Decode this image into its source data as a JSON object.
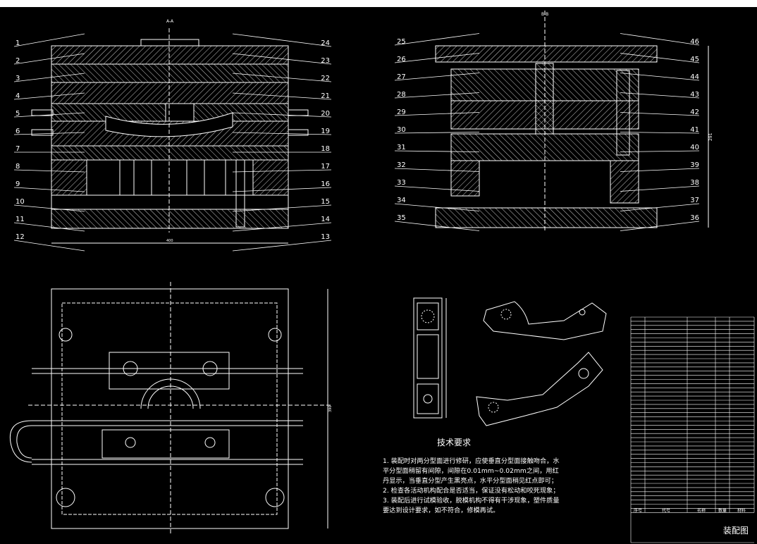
{
  "window": {
    "titlebar": ""
  },
  "views": {
    "section_aa": {
      "label": "A-A",
      "width_dim": "400"
    },
    "section_bb": {
      "label": "B-B",
      "height_dim": "291"
    },
    "plan": {
      "height_dim": "390",
      "width_dim": ""
    }
  },
  "balloons_left": [
    "1",
    "2",
    "3",
    "4",
    "5",
    "6",
    "7",
    "8",
    "9",
    "10",
    "11",
    "12"
  ],
  "balloons_left_right": [
    "24",
    "23",
    "22",
    "21",
    "20",
    "19",
    "18",
    "17",
    "16",
    "15",
    "14",
    "13"
  ],
  "balloons_right_left": [
    "25",
    "26",
    "27",
    "28",
    "29",
    "30",
    "31",
    "32",
    "33",
    "34",
    "35"
  ],
  "balloons_right_right": [
    "46",
    "45",
    "44",
    "43",
    "42",
    "41",
    "40",
    "39",
    "38",
    "37",
    "36"
  ],
  "tech": {
    "title": "技术要求",
    "items": [
      "1. 装配时对两分型面进行修研，应使垂直分型面接触吻合，水平分型面稍留有间隙，间隙在0.01mm~0.02mm之间，用红丹显示，当垂直分型产生黑亮点，水平分型面稍见红点即可；",
      "2. 检查各活动机构配合是否适当，保证没有松动和咬死现象；",
      "3. 装配后进行试模验收，脱模机构不得有干涉现象，塑件质量要达到设计要求，如不符合，修模再试。"
    ]
  },
  "bom": {
    "header": [
      "序号",
      "代号",
      "名称",
      "数量",
      "材料"
    ],
    "title": "装配图",
    "rows": 46
  },
  "colors": {
    "line": "#ffffff",
    "background": "#000000",
    "titlebar": "#ffffff"
  }
}
